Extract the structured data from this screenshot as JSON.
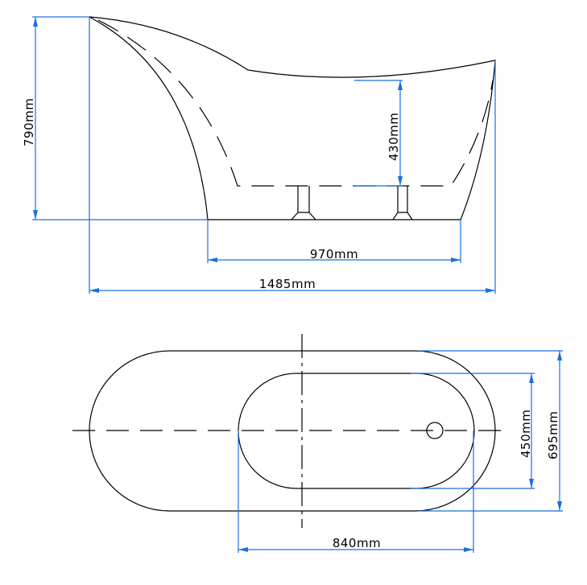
{
  "side_view": {
    "height_label": "790mm",
    "basin_depth_label": "430mm",
    "base_length_label": "970mm",
    "overall_length_label": "1485mm"
  },
  "top_view": {
    "inner_width_label": "450mm",
    "overall_width_label": "695mm",
    "inner_length_label": "840mm"
  },
  "colors": {
    "dimension": "#1a6fe0",
    "outline": "#000000"
  }
}
